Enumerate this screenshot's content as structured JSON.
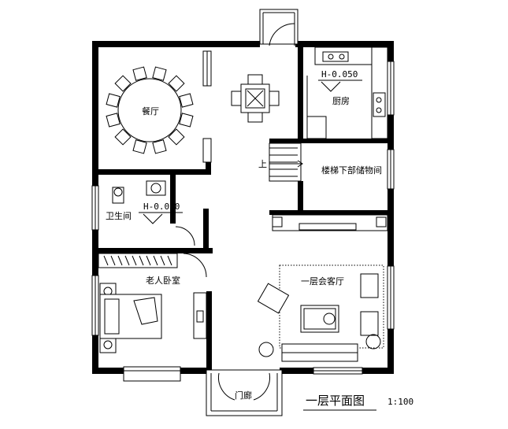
{
  "rooms": {
    "dining": "餐厅",
    "kitchen": "厨房",
    "bathroom": "卫生间",
    "understair_storage": "楼梯下部储物间",
    "elder_bedroom": "老人卧室",
    "living_room": "一层会客厅",
    "porch": "门廊"
  },
  "levels": {
    "kitchen": "H-0.050",
    "bathroom": "H-0.020"
  },
  "stair_up": "上",
  "title": "一层平面图",
  "scale": "1:100"
}
